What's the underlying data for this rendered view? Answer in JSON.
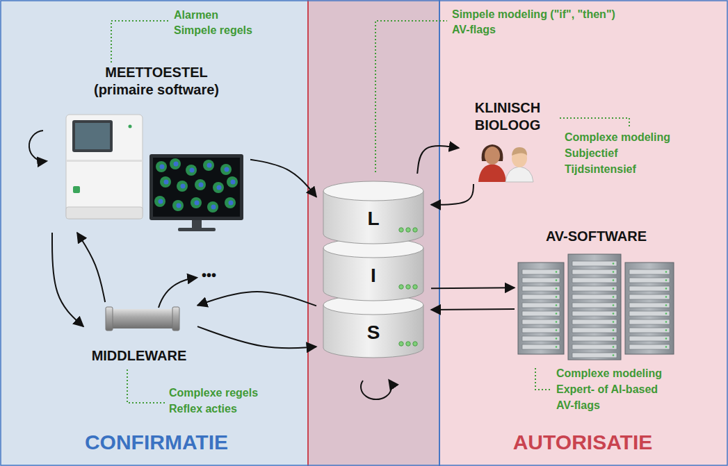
{
  "diagram": {
    "nodes": [
      {
        "text": [
          "CONFIRMATIE"
        ]
      },
      {
        "text": [
          "AUTORISATIE"
        ]
      },
      {
        "text": [
          "MEETTOESTEL (primaire software)"
        ],
        "in": 0
      },
      {
        "text": [
          "MIDDLEWARE"
        ],
        "in": 0
      },
      {
        "text": [
          "L",
          "I",
          "S"
        ]
      },
      {
        "text": [
          "KLINISCH BIOLOOG"
        ],
        "in": 1
      },
      {
        "text": [
          "AV-SOFTWARE"
        ],
        "in": 1
      }
    ],
    "edges": [
      {
        "from": 2,
        "to": 4,
        "arrow": "to"
      },
      {
        "from": 2,
        "to": 3,
        "arrow": "to"
      },
      {
        "from": 3,
        "to": 2,
        "arrow": "to"
      },
      {
        "from": 3,
        "to": 4,
        "arrow": "to"
      },
      {
        "from": 4,
        "to": 3,
        "arrow": "to"
      },
      {
        "from": 4,
        "to": 5,
        "arrow": "to"
      },
      {
        "from": 5,
        "to": 4,
        "arrow": "to"
      },
      {
        "from": 4,
        "to": 6,
        "arrow": "to"
      },
      {
        "from": 6,
        "to": 4,
        "arrow": "to"
      }
    ],
    "labels": [
      "Alarmen",
      "Simpele regels",
      "•••",
      "Complexe regels",
      "Reflex acties",
      "Simpele modeling (\"if\", \"then\")",
      "AV-flags",
      "Complexe modeling",
      "Subjectief",
      "Tijdsintensief",
      "Complexe modeling",
      "Expert- of AI-based",
      "AV-flags"
    ]
  }
}
